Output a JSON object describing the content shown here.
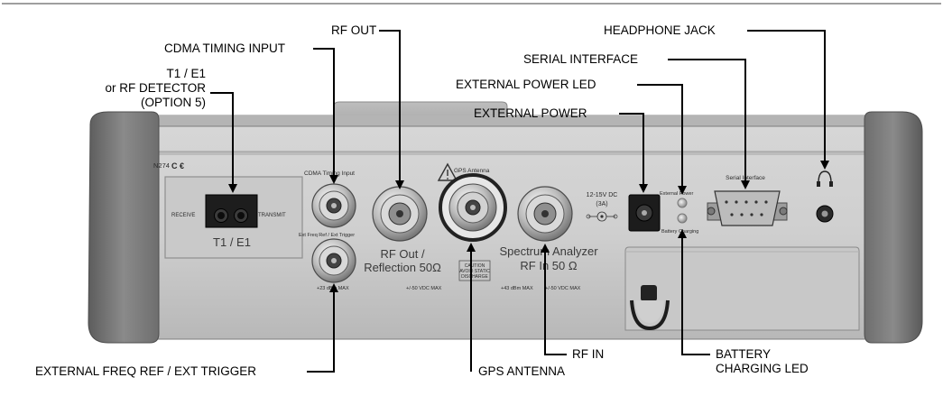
{
  "callouts": {
    "t1e1": [
      "T1 / E1",
      "or RF DETECTOR",
      "(OPTION 5)"
    ],
    "cdma": "CDMA TIMING INPUT",
    "rfout": "RF OUT",
    "ext_power_led": "EXTERNAL POWER LED",
    "ext_power": "EXTERNAL POWER",
    "serial": "SERIAL INTERFACE",
    "headphone": "HEADPHONE JACK",
    "ext_freq": "EXTERNAL FREQ REF / EXT TRIGGER",
    "gps": "GPS ANTENNA",
    "rfin": "RF IN",
    "battery_led": [
      "BATTERY",
      "CHARGING LED"
    ]
  },
  "panel": {
    "model": "N274",
    "ce": "C €",
    "t1_receive": "RECEIVE",
    "t1_transmit": "TRANSMIT",
    "t1_name": "T1 / E1",
    "cdma_label": "CDMA Timing Input",
    "ext_trig_label": "Ext Freq Ref / Ext Trigger",
    "max_rating_left": "+23 dBm MAX",
    "vdc_left": "+/-50 VDC MAX",
    "rfout_line1": "RF Out /",
    "rfout_line2": "Reflection 50Ω",
    "gps_label": "GPS Antenna",
    "caution_line1": "CAUTION",
    "caution_line2": "AVOID STATIC",
    "caution_line3": "DISCHARGE",
    "sa_line1": "Spectrum Analyzer",
    "sa_line2": "RF In 50 Ω",
    "max_rating_right": "+43 dBm MAX",
    "vdc_right": "+/-50 VDC MAX",
    "dc_line1": "12-15V DC",
    "dc_line2": "(3A)",
    "ext_power_small": "External Power",
    "battery_small": "Battery Charging",
    "serial_small": "Serial Interface"
  }
}
